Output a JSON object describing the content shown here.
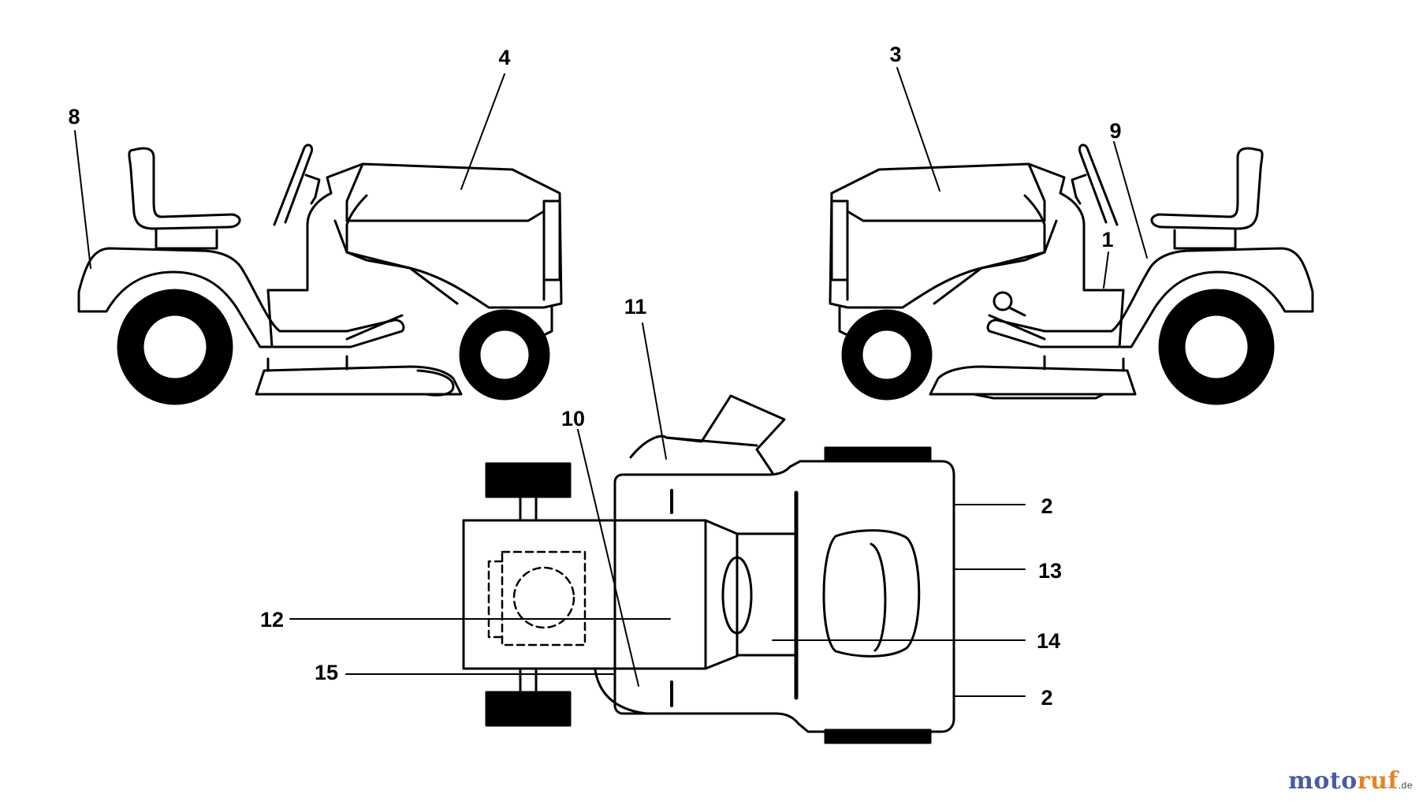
{
  "diagram": {
    "callouts": [
      {
        "id": "c1",
        "label": "1"
      },
      {
        "id": "c2a",
        "label": "2"
      },
      {
        "id": "c2b",
        "label": "2"
      },
      {
        "id": "c3",
        "label": "3"
      },
      {
        "id": "c4",
        "label": "4"
      },
      {
        "id": "c8",
        "label": "8"
      },
      {
        "id": "c9",
        "label": "9"
      },
      {
        "id": "c10",
        "label": "10"
      },
      {
        "id": "c11",
        "label": "11"
      },
      {
        "id": "c12",
        "label": "12"
      },
      {
        "id": "c13",
        "label": "13"
      },
      {
        "id": "c14",
        "label": "14"
      },
      {
        "id": "c15",
        "label": "15"
      }
    ]
  },
  "watermark": {
    "part1": "moto",
    "part2": "ruf",
    "suffix": ".de"
  },
  "colors": {
    "line": "#000000",
    "background": "#ffffff",
    "watermark_blue": "#4a5aa5",
    "watermark_orange": "#e0862a"
  }
}
